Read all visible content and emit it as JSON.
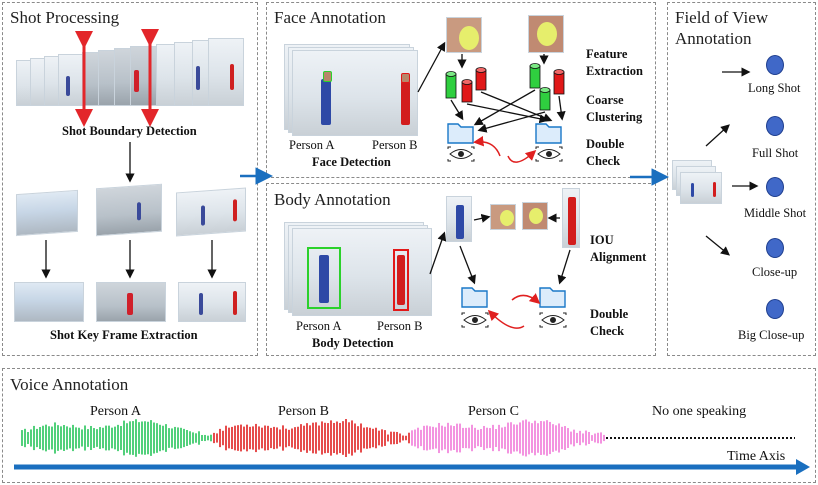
{
  "panels": {
    "shot_processing": {
      "title": "Shot Processing",
      "boundary_label": "Shot Boundary Detection",
      "keyframe_label": "Shot Key Frame Extraction"
    },
    "face_annotation": {
      "title": "Face Annotation",
      "person_a": "Person A",
      "person_b": "Person B",
      "detection_label": "Face Detection",
      "step_feature": "Feature Extraction",
      "step_cluster": "Coarse Clustering",
      "step_check": "Double Check"
    },
    "body_annotation": {
      "title": "Body Annotation",
      "person_a": "Person A",
      "person_b": "Person B",
      "detection_label": "Body Detection",
      "step_iou": "IOU Alignment",
      "step_check": "Double Check"
    },
    "fov_annotation": {
      "title_line1": "Field of View",
      "title_line2": "Annotation",
      "classes": [
        "Long Shot",
        "Full Shot",
        "Middle Shot",
        "Close-up",
        "Big Close-up"
      ]
    },
    "voice_annotation": {
      "title": "Voice Annotation",
      "speakers": [
        "Person A",
        "Person B",
        "Person C",
        "No one speaking"
      ],
      "axis_label": "Time Axis"
    }
  },
  "colors": {
    "arrow_blue": "#1a6fbf",
    "boundary_red": "#e3262a",
    "voice_a": "#27c45a",
    "voice_b": "#e02020",
    "voice_c": "#f07ad8",
    "cylinder_green": "#2fcf3f",
    "cylinder_red": "#e01818",
    "fov_dot": "#4068c8"
  },
  "icons": [
    "folder-icon",
    "eye-scan-icon",
    "cycle-arrow-icon",
    "cylinder-icon"
  ]
}
